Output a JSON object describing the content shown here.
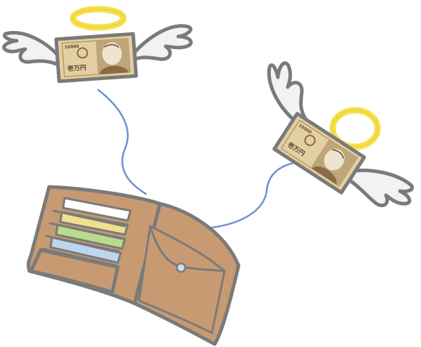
{
  "illustration": {
    "subject": "flying-money-leaving-wallet",
    "banknote_text": "壱万円",
    "banknote_serial": "10000",
    "colors": {
      "outline": "#7a7a7a",
      "wallet": "#c89a72",
      "wallet_shadow": "#b5855e",
      "banknote": "#e4cfa2",
      "banknote_portrait_bg": "#bfa57a",
      "halo": "#f5e04a",
      "wing": "#f2f2f2",
      "flight_path": "#6f8fd0",
      "card_white": "#ffffff",
      "card_yellow": "#f0e08a",
      "card_green": "#b8dc8c",
      "card_blue": "#bcd6f0"
    }
  }
}
